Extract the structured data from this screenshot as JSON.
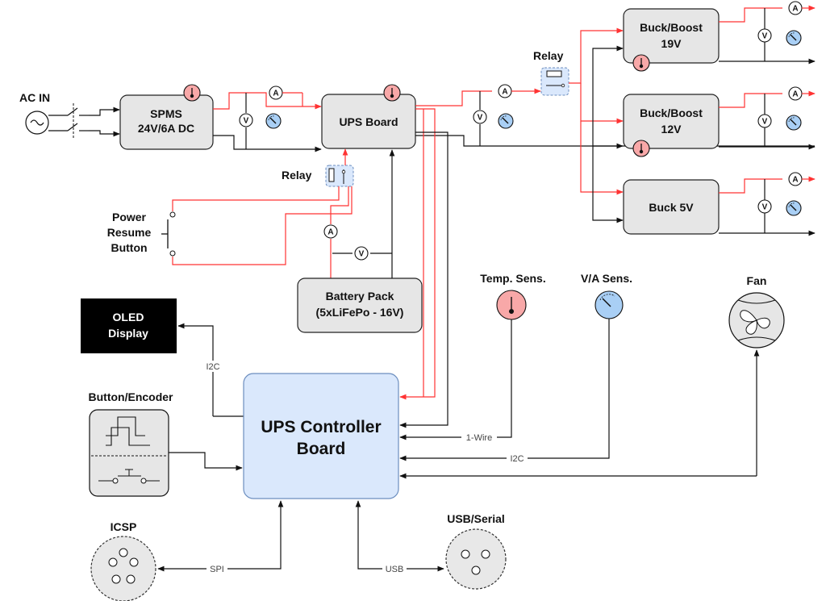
{
  "labels": {
    "ac_in": "AC IN",
    "spms_line1": "SPMS",
    "spms_line2": "24V/6A DC",
    "ups_board": "UPS Board",
    "relay_top": "Relay",
    "relay_mid": "Relay",
    "power_resume_1": "Power",
    "power_resume_2": "Resume",
    "power_resume_3": "Button",
    "battery_line1": "Battery Pack",
    "battery_line2": "(5xLiFePo - 16V)",
    "buck19_line1": "Buck/Boost",
    "buck19_line2": "19V",
    "buck12_line1": "Buck/Boost",
    "buck12_line2": "12V",
    "buck5": "Buck 5V",
    "oled_line1": "OLED",
    "oled_line2": "Display",
    "temp_sens": "Temp. Sens.",
    "va_sens": "V/A Sens.",
    "fan": "Fan",
    "button_encoder": "Button/Encoder",
    "controller_line1": "UPS Controller",
    "controller_line2": "Board",
    "icsp": "ICSP",
    "usb_serial": "USB/Serial"
  },
  "bus_labels": {
    "i2c_oled": "I2C",
    "one_wire": "1-Wire",
    "i2c_sens": "I2C",
    "spi": "SPI",
    "usb": "USB"
  },
  "meter_letters": {
    "ammeter": "A",
    "voltmeter": "V"
  },
  "colors": {
    "power_line": "#ff3333",
    "box_fill": "#e6e6e6",
    "controller_fill": "#dae8fc",
    "controller_stroke": "#6c8ebf",
    "gauge_fill": "#a9cff5",
    "thermometer_fill": "#f8a8a8",
    "connector_fill": "#e8e8e8",
    "oled_fill": "#000000"
  },
  "icons": [
    "ac-source-icon",
    "switch-icon",
    "thermometer-icon",
    "ammeter-icon",
    "voltmeter-icon",
    "gauge-icon",
    "relay-icon",
    "push-button-icon",
    "encoder-icon",
    "fan-icon",
    "connector-icon"
  ]
}
